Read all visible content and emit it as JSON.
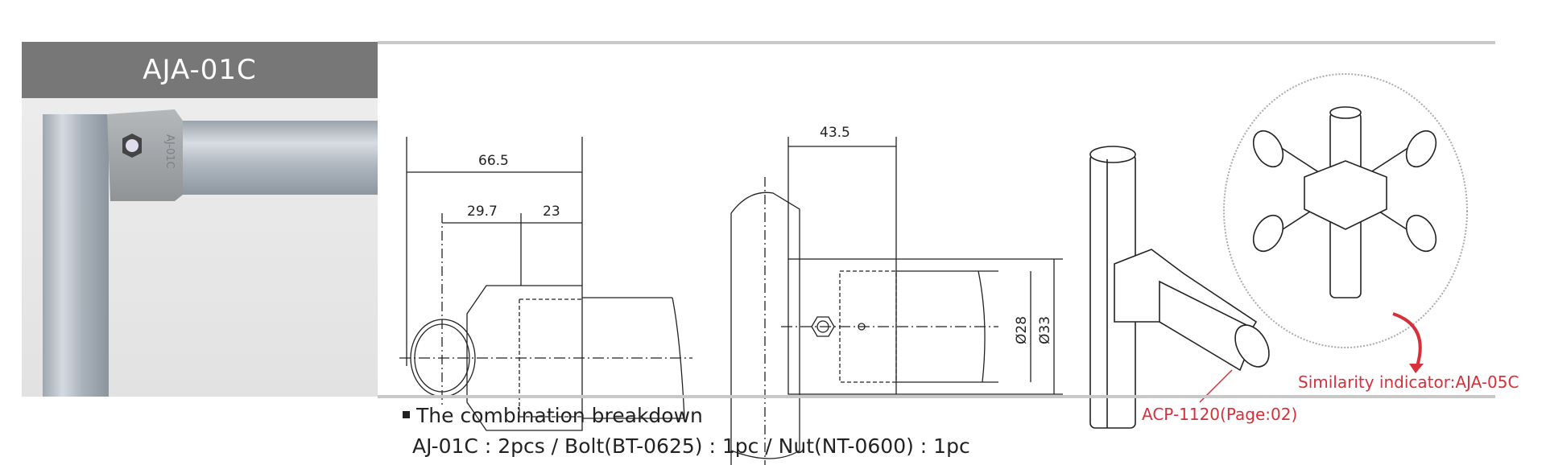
{
  "product": {
    "code": "AJA-01C"
  },
  "dimensions": {
    "overall_length": "66.5",
    "center_to_body": "29.7",
    "socket_length": "23",
    "side_depth": "43.5",
    "inner_diameter": "Ø28",
    "outer_diameter": "Ø33"
  },
  "callouts": {
    "pipe_reference": "ACP-1120(Page:02)",
    "similarity": "Similarity indicator:AJA-05C"
  },
  "breakdown": {
    "title": "The combination breakdown",
    "detail": "AJ-01C : 2pcs / Bolt(BT-0625) : 1pc / Nut(NT-0600) : 1pc"
  },
  "colors": {
    "header_bg": "#777778",
    "accent_red": "#d6303a"
  }
}
